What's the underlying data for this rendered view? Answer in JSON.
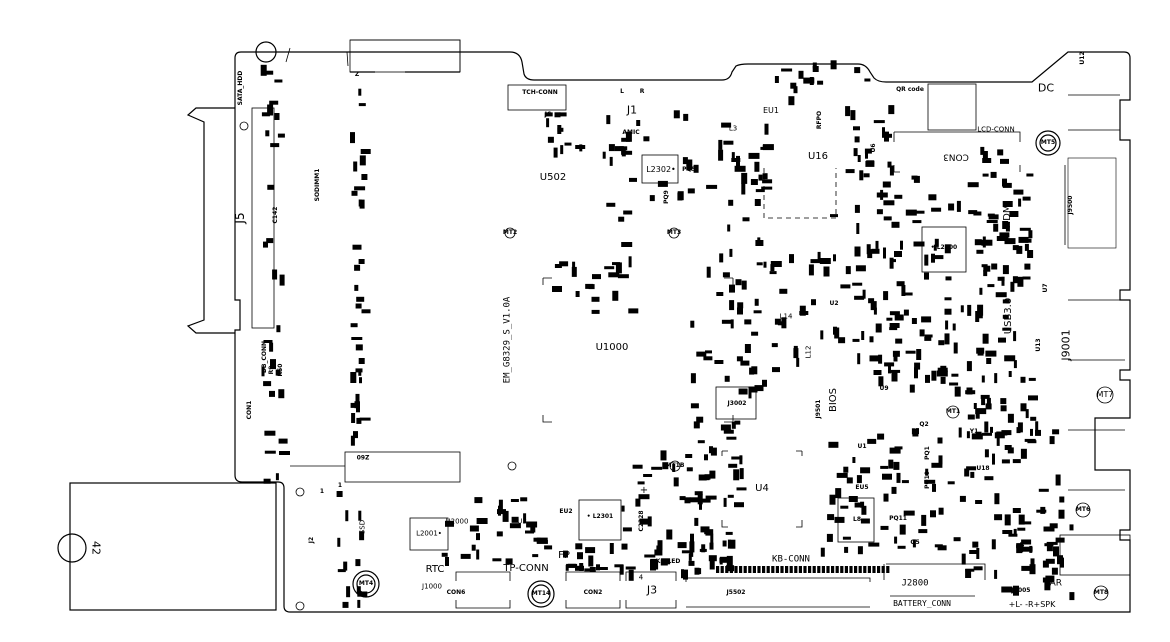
{
  "board_name": "EM_G8329_S_V1.0A",
  "labels": {
    "sata_hdd": "SATA_HDD",
    "j5": "J5",
    "sodimm1": "SODIMM1",
    "c142": "C142",
    "z_top": "Z",
    "z60": "Z60",
    "tch_conn": "TCH-CONN",
    "j6": "J6",
    "l": "L",
    "r": "R",
    "j1": "J1",
    "amic": "AMIC",
    "u502": "U502",
    "l2302": "L2302•",
    "pq5": "PQ5",
    "pq9": "PQ9",
    "mt2": "MT2",
    "mt3": "MT3",
    "eu1": "EU1",
    "l3": "L3",
    "rfpo": "RFPO",
    "u16": "U16",
    "u6": "U6",
    "qr_code": "QR code",
    "lcd_conn": "LCD-CONN",
    "con3": "CON3",
    "dc": "DC",
    "u12": "U12",
    "mt5": "MT5",
    "j9500": "J9500",
    "hdmi": "HDMI",
    "l2000": "• L2000",
    "u7": "U7",
    "u1000": "U1000",
    "u2": "U2",
    "l14": "L14",
    "l12": "L12",
    "usb30": "USB3.0",
    "u13": "U13",
    "j9001": "J9001",
    "mt7": "MT7",
    "u9": "U9",
    "j3002": "J3002",
    "j9501": "J9501",
    "bios": "BIOS",
    "mt1": "MT1",
    "q2": "Q2",
    "y1": "Y1",
    "u1": "U1",
    "pq1": "PQ1",
    "pq10": "PQ10",
    "u18": "U18",
    "u4": "U4",
    "eu5": "EU5",
    "l8": "L8",
    "pq11": "PQ11",
    "q5": "Q5",
    "u8": "U8",
    "mt6": "MT6",
    "mt8": "MT8",
    "ear": "EAR",
    "j7005": "J7005",
    "spk": "+L- -R+SPK",
    "j2800": "J2800",
    "battery_conn": "BATTERY_CONN",
    "kb_conn": "KB-CONN",
    "j5502": "J5502",
    "mt1b": "MT1B",
    "eu2": "EU2",
    "l2301": "• L2301",
    "c2328": "C2328",
    "plus": "+",
    "fp": "FP",
    "tp_conn": "TP-CONN",
    "kb_led": "KB-LED",
    "j3": "J3",
    "con2": "CON2",
    "mt14": "MT14",
    "con6": "CON6",
    "four": "4",
    "l2001": "L2001•",
    "u2000": "U2000",
    "u3": "U3",
    "rtc": "RTC",
    "j1000": "J1000",
    "mt4": "MT4",
    "ssd": "SSD",
    "j2": "J2",
    "one_a": "1",
    "one_b": "1",
    "con1": "CON1",
    "db_conn": "DB_CONN",
    "r9": "R9",
    "r50": "R50",
    "forty_two": "42"
  }
}
